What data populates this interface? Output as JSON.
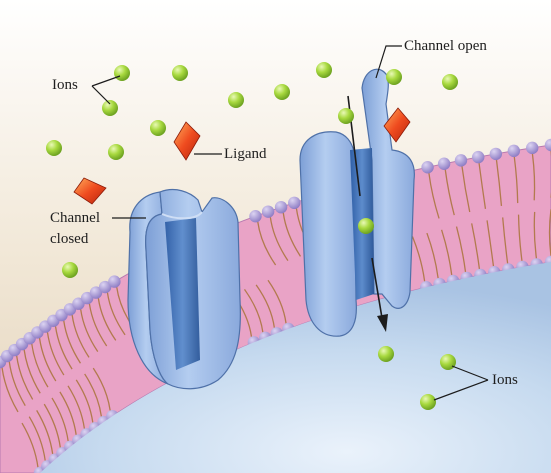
{
  "labels": {
    "ions_top": "Ions",
    "channel_open": "Channel open",
    "ligand": "Ligand",
    "channel_closed_line1": "Channel",
    "channel_closed_line2": "closed",
    "ions_bottom": "Ions"
  },
  "colors": {
    "extracellular": "#ece0cd",
    "intracellular": "#c9dcef",
    "membrane_core": "#e59cc0",
    "lipid_head": "#9f90cf",
    "lipid_tail": "#b98258",
    "channel_protein": "#9dbae6",
    "channel_pore": "#3e6fb5",
    "ion": "#9fd13a",
    "ligand": "#e8461c"
  },
  "diagram": {
    "channels": [
      {
        "state": "closed"
      },
      {
        "state": "open"
      }
    ]
  }
}
